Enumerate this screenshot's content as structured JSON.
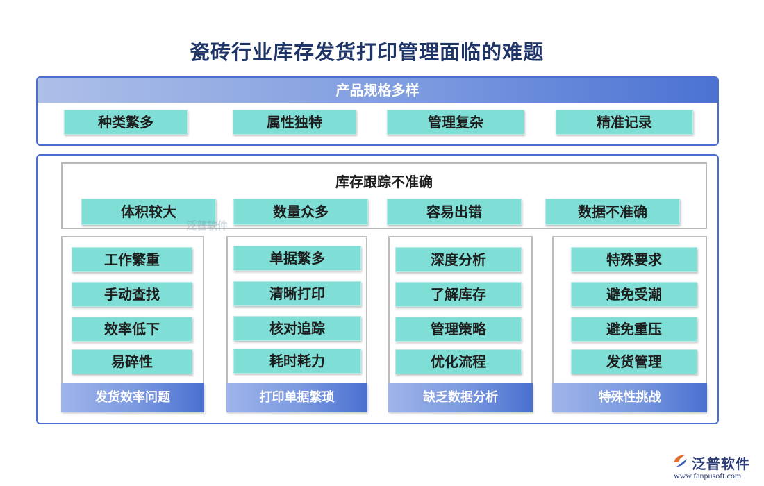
{
  "title": "瓷砖行业库存发货打印管理面临的难题",
  "product": {
    "header": "产品规格多样",
    "items": [
      "种类繁多",
      "属性独特",
      "管理复杂",
      "精准记录"
    ]
  },
  "tracking": {
    "title": "库存跟踪不准确",
    "items": [
      "体积较大",
      "数量众多",
      "容易出错",
      "数据不准确"
    ],
    "watermark": "泛普软件"
  },
  "columns": [
    {
      "footer": "发货效率问题",
      "items": [
        "工作繁重",
        "手动查找",
        "效率低下",
        "易碎性"
      ]
    },
    {
      "footer": "打印单据繁琐",
      "items": [
        "单据繁多",
        "清晰打印",
        "核对追踪",
        "耗时耗力"
      ]
    },
    {
      "footer": "缺乏数据分析",
      "items": [
        "深度分析",
        "了解库存",
        "管理策略",
        "优化流程"
      ]
    },
    {
      "footer": "特殊性挑战",
      "items": [
        "特殊要求",
        "避免受潮",
        "避免重压",
        "发货管理"
      ]
    }
  ],
  "logo": {
    "name": "泛普软件",
    "url": "www.fanpusoft.com"
  },
  "colors": {
    "accent": "#4a6fd0",
    "pill": "#7fded5",
    "title": "#1f3567"
  }
}
